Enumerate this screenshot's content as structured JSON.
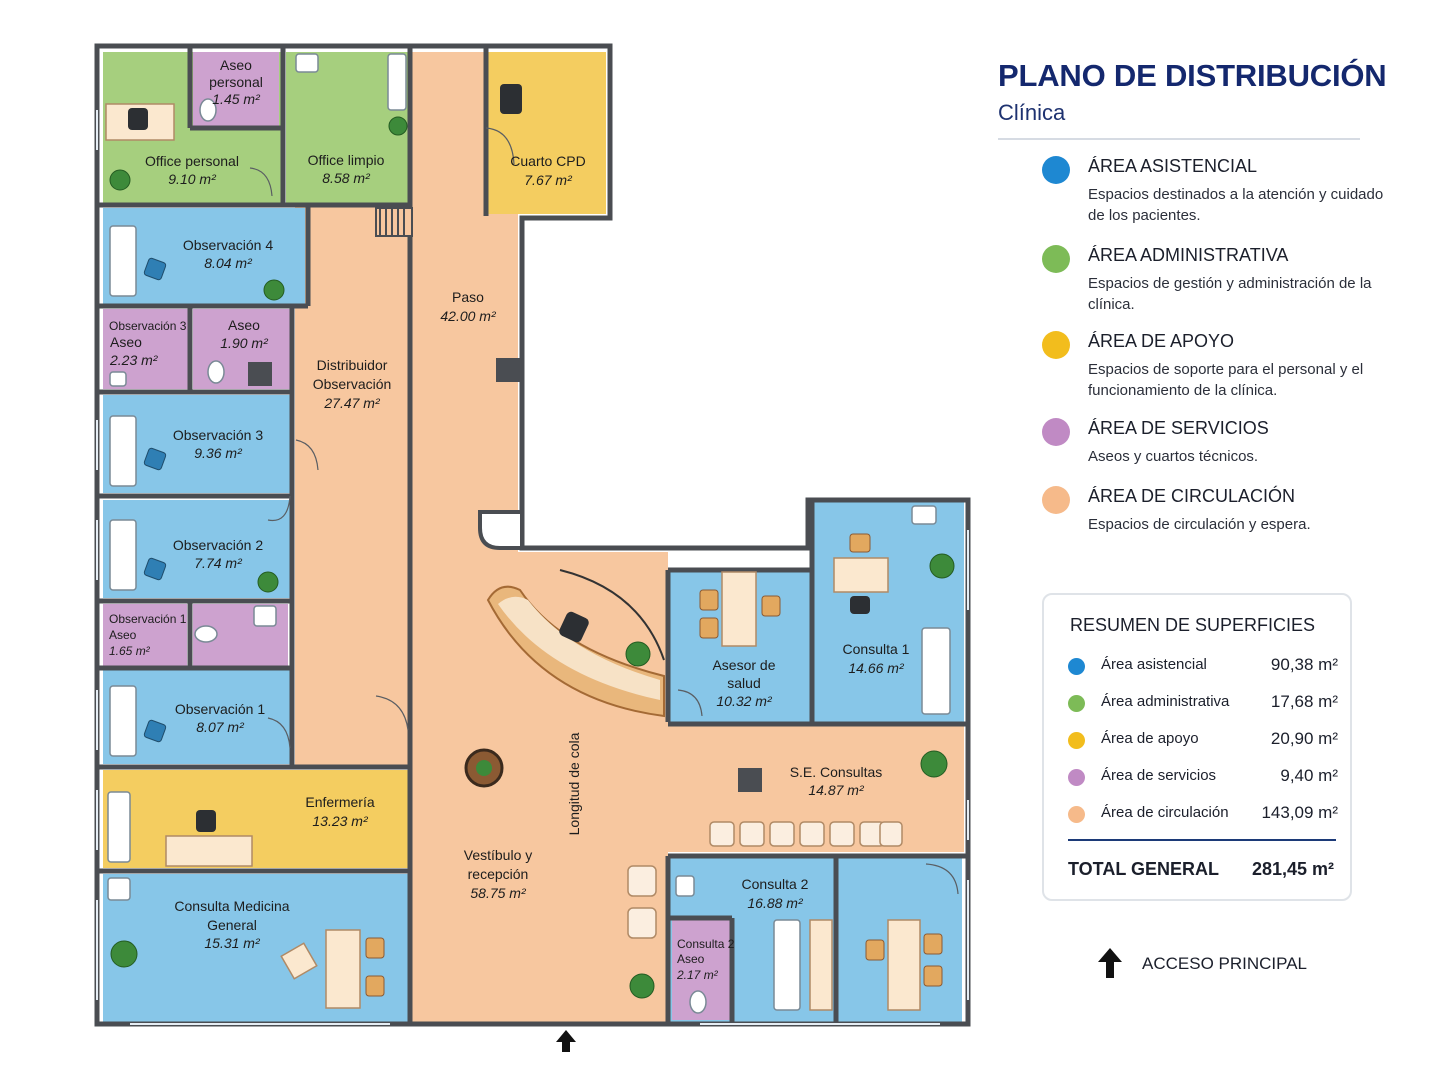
{
  "header": {
    "title": "PLANO DE DISTRIBUCIÓN",
    "subtitle": "Clínica"
  },
  "legend": [
    {
      "title": "ÁREA ASISTENCIAL",
      "desc": "Espacios destinados a la atención y cuidado de los pacientes.",
      "color": "#1e88d2"
    },
    {
      "title": "ÁREA ADMINISTRATIVA",
      "desc": "Espacios de gestión y administración de la clínica.",
      "color": "#7dbb57"
    },
    {
      "title": "ÁREA DE APOYO",
      "desc": "Espacios de soporte para el personal y el funcionamiento de la clínica.",
      "color": "#f2bd1d"
    },
    {
      "title": "ÁREA DE SERVICIOS",
      "desc": "Aseos y cuartos técnicos.",
      "color": "#c08ac4"
    },
    {
      "title": "ÁREA DE CIRCULACIÓN",
      "desc": "Espacios de circulación y espera.",
      "color": "#f6ba8a"
    }
  ],
  "summary": {
    "title": "RESUMEN DE SUPERFICIES",
    "rows": [
      {
        "label": "Área asistencial",
        "value": "90,38 m²",
        "color": "#1e88d2"
      },
      {
        "label": "Área administrativa",
        "value": "17,68 m²",
        "color": "#7dbb57"
      },
      {
        "label": "Área de apoyo",
        "value": "20,90 m²",
        "color": "#f2bd1d"
      },
      {
        "label": "Área de servicios",
        "value": "9,40 m²",
        "color": "#c08ac4"
      },
      {
        "label": "Área de circulación",
        "value": "143,09 m²",
        "color": "#f6ba8a"
      }
    ],
    "total_label": "TOTAL GENERAL",
    "total_value": "281,45 m²"
  },
  "access_label": "ACCESO PRINCIPAL",
  "colors": {
    "asistencial": "#87c6e8",
    "administrativa": "#a6cf7e",
    "apoyo": "#f4cd60",
    "servicios": "#cda2cf",
    "circulacion": "#f7c79f",
    "wall": "#4a4d52"
  },
  "rooms": {
    "aseo_personal": {
      "name": "Aseo personal",
      "area": "1.45 m²"
    },
    "office_personal": {
      "name": "Office personal",
      "area": "9.10 m²"
    },
    "office_limpio": {
      "name": "Office limpio",
      "area": "8.58 m²"
    },
    "cuarto_cpd": {
      "name": "Cuarto CPD",
      "area": "7.67 m²"
    },
    "observacion4": {
      "name": "Observación 4",
      "area": "8.04 m²"
    },
    "obs3_aseo": {
      "name1": "Observación 3",
      "name2": "Aseo",
      "area": "2.23 m²"
    },
    "aseo": {
      "name": "Aseo",
      "area": "1.90 m²"
    },
    "distribuidor": {
      "name1": "Distribuidor",
      "name2": "Observación",
      "area": "27.47 m²"
    },
    "paso": {
      "name": "Paso",
      "area": "42.00 m²"
    },
    "observacion3": {
      "name": "Observación 3",
      "area": "9.36 m²"
    },
    "observacion2": {
      "name": "Observación 2",
      "area": "7.74 m²"
    },
    "obs1_aseo": {
      "name1": "Observación 1",
      "name2": "Aseo",
      "area": "1.65 m²"
    },
    "observacion1": {
      "name": "Observación 1",
      "area": "8.07 m²"
    },
    "enfermeria": {
      "name": "Enfermería",
      "area": "13.23 m²"
    },
    "consulta_mg": {
      "name1": "Consulta Medicina",
      "name2": "General",
      "area": "15.31 m²"
    },
    "vestibulo": {
      "name1": "Vestíbulo y",
      "name2": "recepción",
      "area": "58.75 m²"
    },
    "cola": {
      "name": "Longitud de cola"
    },
    "asesor": {
      "name1": "Asesor de",
      "name2": "salud",
      "area": "10.32 m²"
    },
    "consulta1": {
      "name": "Consulta 1",
      "area": "14.66 m²"
    },
    "se_consultas": {
      "name": "S.E. Consultas",
      "area": "14.87 m²"
    },
    "consulta2": {
      "name": "Consulta 2",
      "area": "16.88 m²"
    },
    "cons2_aseo": {
      "name1": "Consulta 2",
      "name2": "Aseo",
      "area": "2.17 m²"
    }
  }
}
